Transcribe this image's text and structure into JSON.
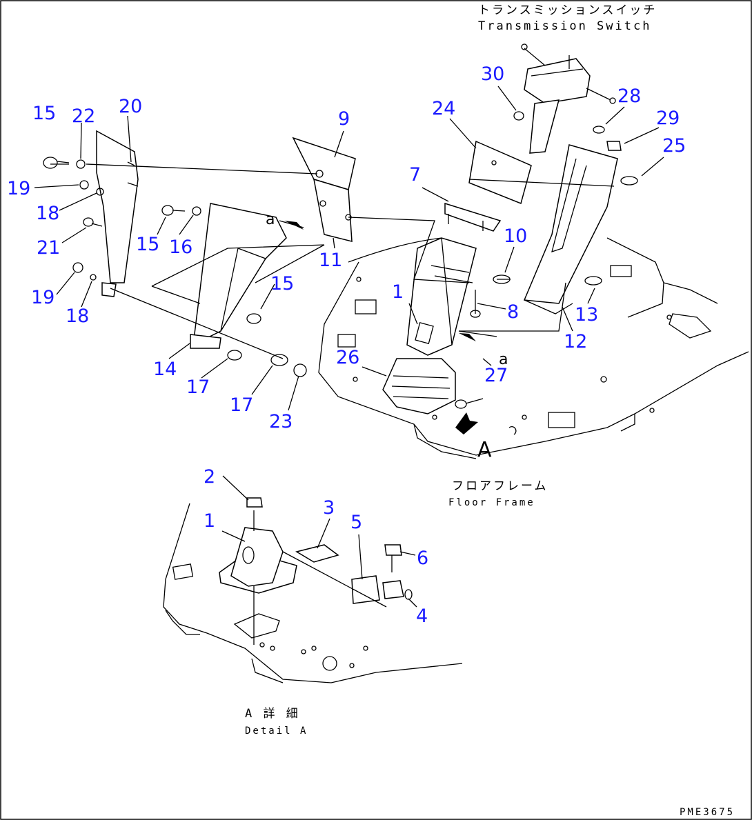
{
  "captions": {
    "transmission_switch_ja": "トランスミッションスイッチ",
    "transmission_switch_en": "Transmission Switch",
    "floor_frame_ja": "フロアフレーム",
    "floor_frame_en": "Floor Frame",
    "detail_a_ja": "A 詳 細",
    "detail_a_en": "Detail A",
    "drawing_code": "PME3675"
  },
  "view_marker": "A",
  "view_refs": [
    "a",
    "a"
  ],
  "callouts": [
    "15",
    "22",
    "20",
    "19",
    "18",
    "21",
    "19",
    "18",
    "9",
    "15",
    "16",
    "11",
    "15",
    "14",
    "17",
    "17",
    "23",
    "24",
    "7",
    "30",
    "28",
    "29",
    "25",
    "10",
    "1",
    "8",
    "13",
    "12",
    "26",
    "27",
    "2",
    "1",
    "3",
    "5",
    "6",
    "4"
  ],
  "colors": {
    "callout": "#1a1aff",
    "linework": "#000000",
    "background": "#ffffff"
  }
}
